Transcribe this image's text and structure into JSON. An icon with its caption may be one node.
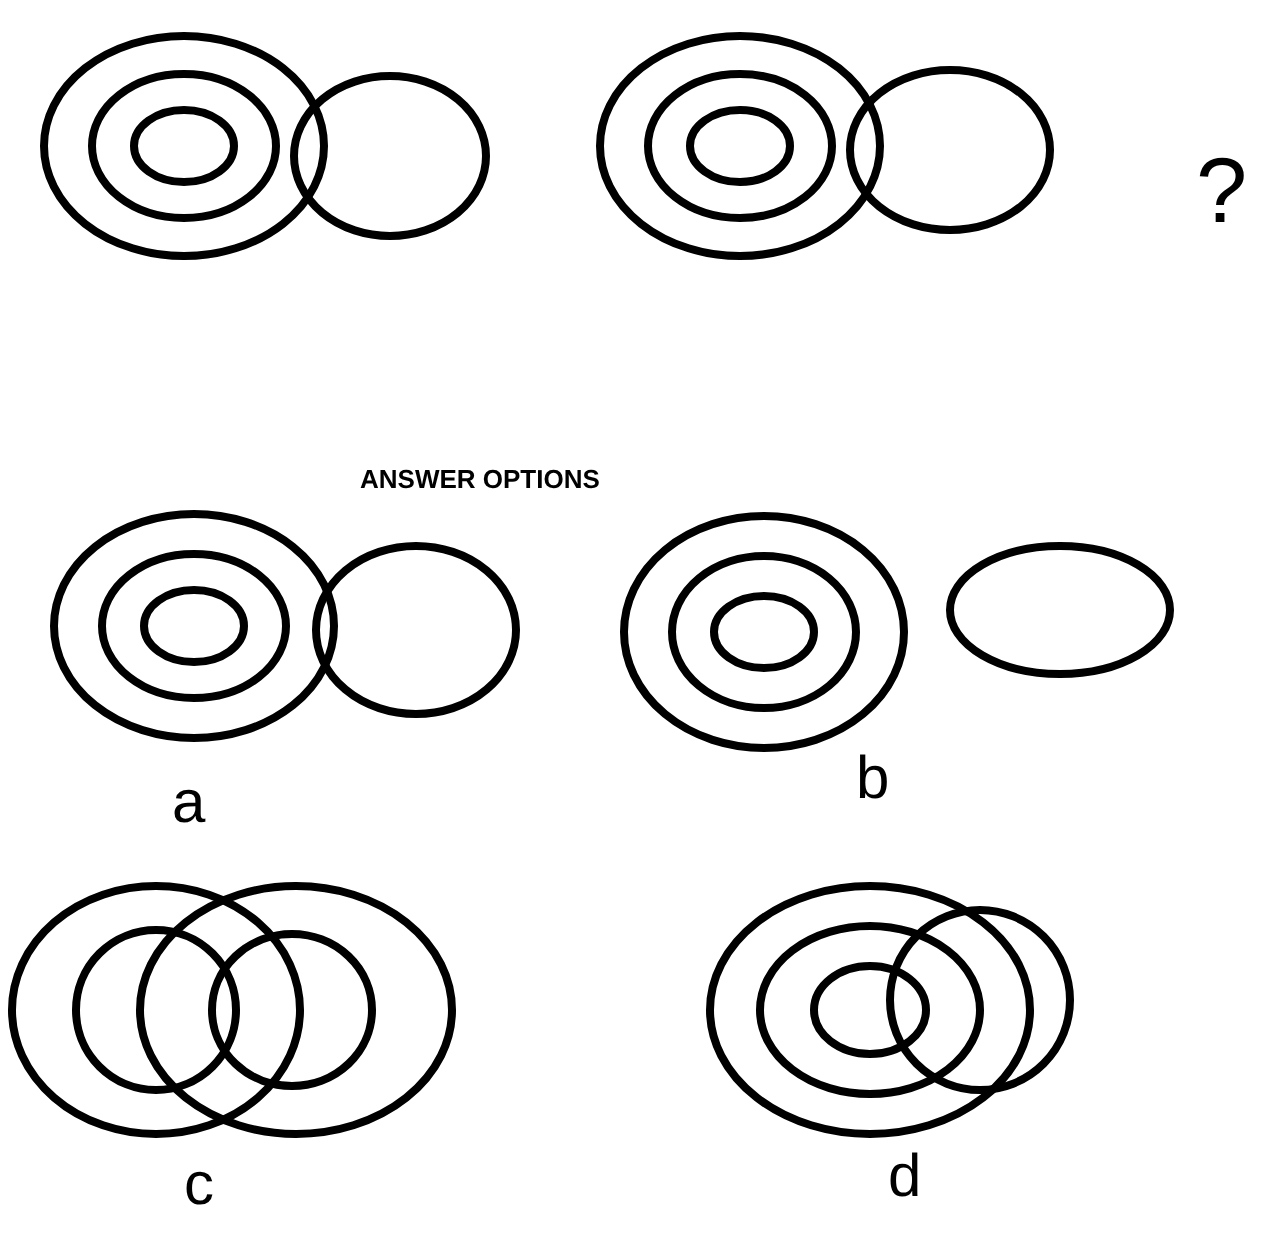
{
  "diagram": {
    "labels": [
      "?",
      "ANSWER OPTIONS",
      "a",
      "b",
      "c",
      "d"
    ]
  }
}
